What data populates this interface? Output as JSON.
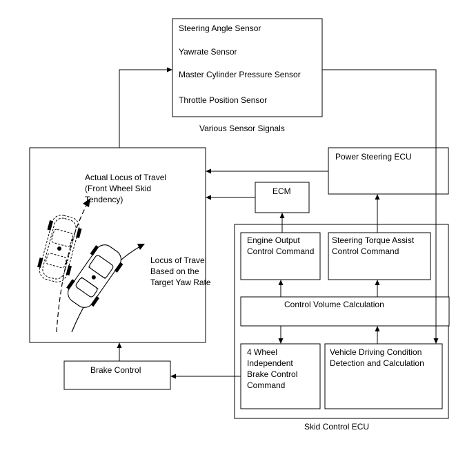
{
  "sensors": {
    "items": [
      "Steering Angle Sensor",
      "Yawrate Sensor",
      "Master Cylinder Pressure Sensor",
      "Throttle Position Sensor"
    ],
    "caption": "Various Sensor Signals"
  },
  "vehicle_panel": {
    "actual_locus": [
      "Actual Locus of Travel",
      "(Front Wheel Skid",
      "Tendency)"
    ],
    "target_locus": [
      "Locus of Travel",
      "Based on the",
      "Target Yaw Rate"
    ]
  },
  "power_steering_ecu": "Power Steering ECU",
  "ecm": "ECM",
  "skid_control_ecu": {
    "caption": "Skid Control ECU",
    "engine_output": [
      "Engine Output",
      "Control Command"
    ],
    "steering_torque": [
      "Steering Torque Assist",
      "Control Command"
    ],
    "control_volume": "Control Volume Calculation",
    "brake_command": [
      "4 Wheel",
      "Independent",
      "Brake Control",
      "Command"
    ],
    "driving_condition": [
      "Vehicle Driving Condition",
      "Detection and Calculation"
    ]
  },
  "brake_control": "Brake Control"
}
